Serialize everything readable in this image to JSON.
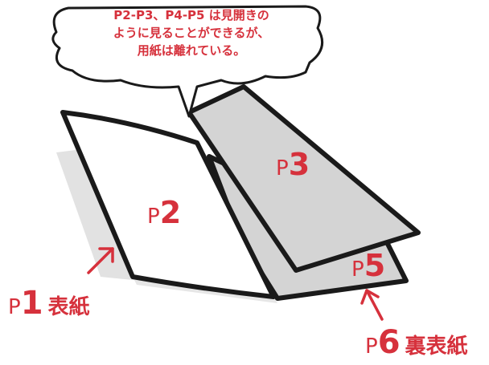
{
  "speech_bubble": {
    "lines": [
      "P2-P3、P4-P5 は見開きの",
      "ように見ることができるが、",
      "用紙は離れている。"
    ]
  },
  "pages": {
    "p2": {
      "prefix": "P",
      "number": "2"
    },
    "p3": {
      "prefix": "P",
      "number": "3"
    },
    "p5": {
      "prefix": "P",
      "number": "5"
    }
  },
  "callouts": {
    "front_cover": {
      "prefix": "P",
      "number": "1",
      "text": "表紙"
    },
    "back_cover": {
      "prefix": "P",
      "number": "6",
      "text": "裏表紙"
    }
  },
  "colors": {
    "accent": "#d6313c",
    "outline": "#1a1a1a",
    "page_fill_white": "#ffffff",
    "page_fill_gray": "#d4d4d4",
    "shadow": "#e0e0e0"
  }
}
